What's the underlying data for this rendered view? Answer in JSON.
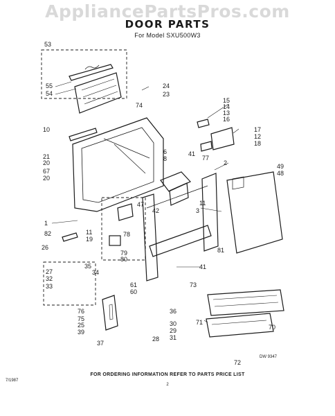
{
  "watermark": "AppliancePartsPros.com",
  "title": "DOOR PARTS",
  "subtitle": "For Model SXU500W3",
  "footer": "FOR ORDERING INFORMATION REFER TO PARTS PRICE LIST",
  "drawing_code": "DW 9347",
  "date_code": "7/1987",
  "page_number": "2",
  "callouts": [
    "53",
    "55",
    "54",
    "24",
    "23",
    "74",
    "15",
    "14",
    "13",
    "16",
    "10",
    "17",
    "12",
    "18",
    "21",
    "20",
    "67",
    "20",
    "6",
    "8",
    "41",
    "77",
    "2",
    "49",
    "48",
    "11",
    "47",
    "42",
    "3",
    "1",
    "11",
    "82",
    "19",
    "78",
    "79",
    "80",
    "81",
    "41",
    "26",
    "27",
    "35",
    "32",
    "34",
    "33",
    "73",
    "61",
    "60",
    "76",
    "75",
    "25",
    "39",
    "36",
    "30",
    "29",
    "31",
    "28",
    "37",
    "71",
    "70",
    "72"
  ]
}
